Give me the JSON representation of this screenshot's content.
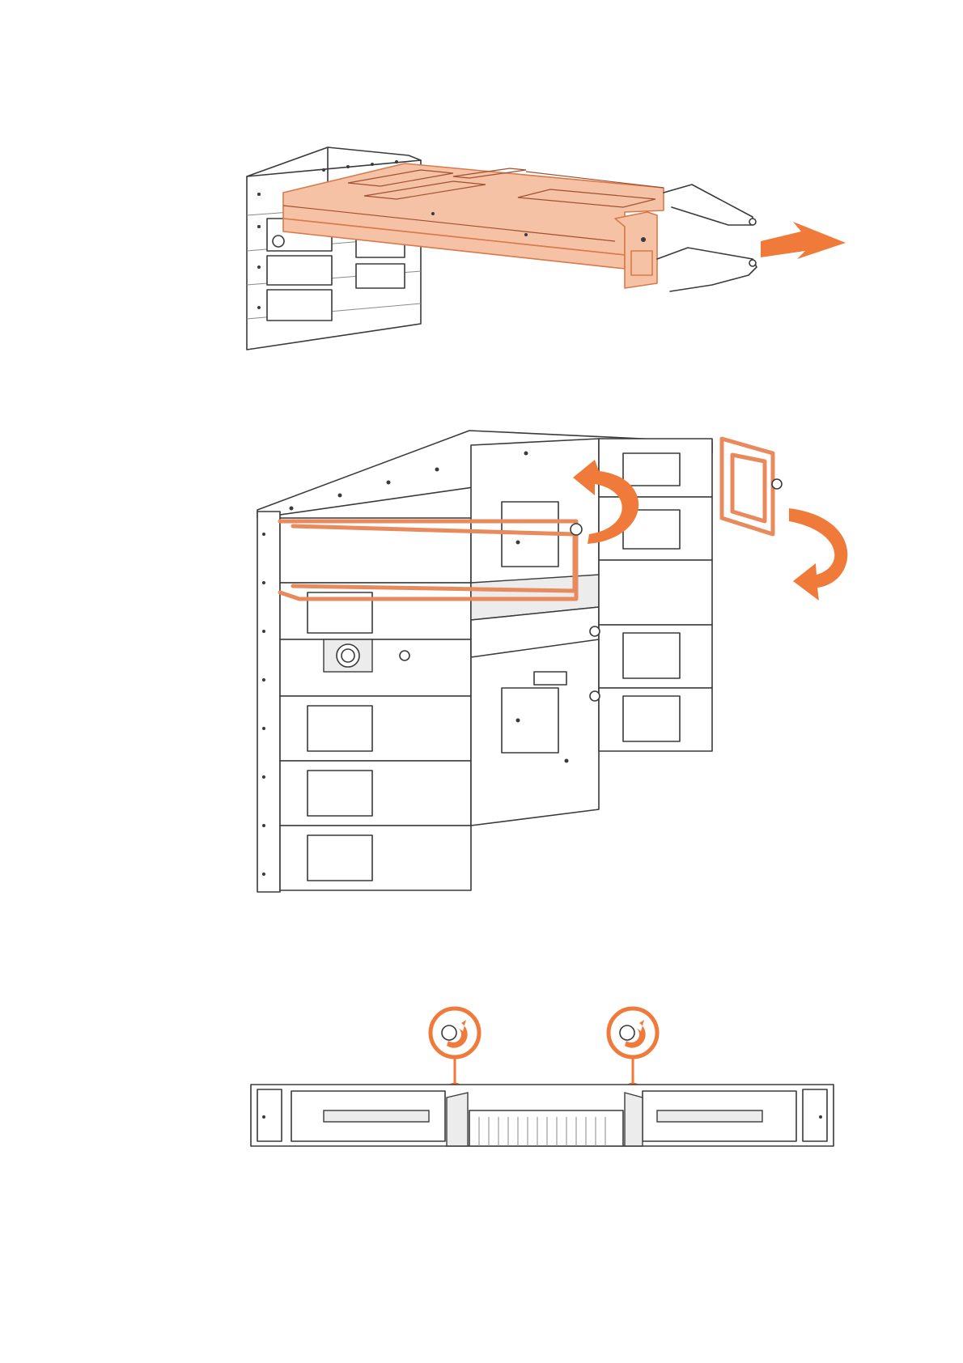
{
  "figure": {
    "steps": [
      {
        "id": "insert-module",
        "highlight": "#f6c2a6",
        "icon": "insert-arrow-icon"
      },
      {
        "id": "close-latches",
        "highlight": "#f07a3a",
        "icon": "rotate-arrow-icon"
      },
      {
        "id": "tighten-screws",
        "highlight": "#f07a3a",
        "icon": "clockwise-screw-icon"
      }
    ],
    "colors": {
      "accent": "#f07a3a",
      "module_fill": "#f6c2a6",
      "line": "#3a3a3a"
    }
  }
}
